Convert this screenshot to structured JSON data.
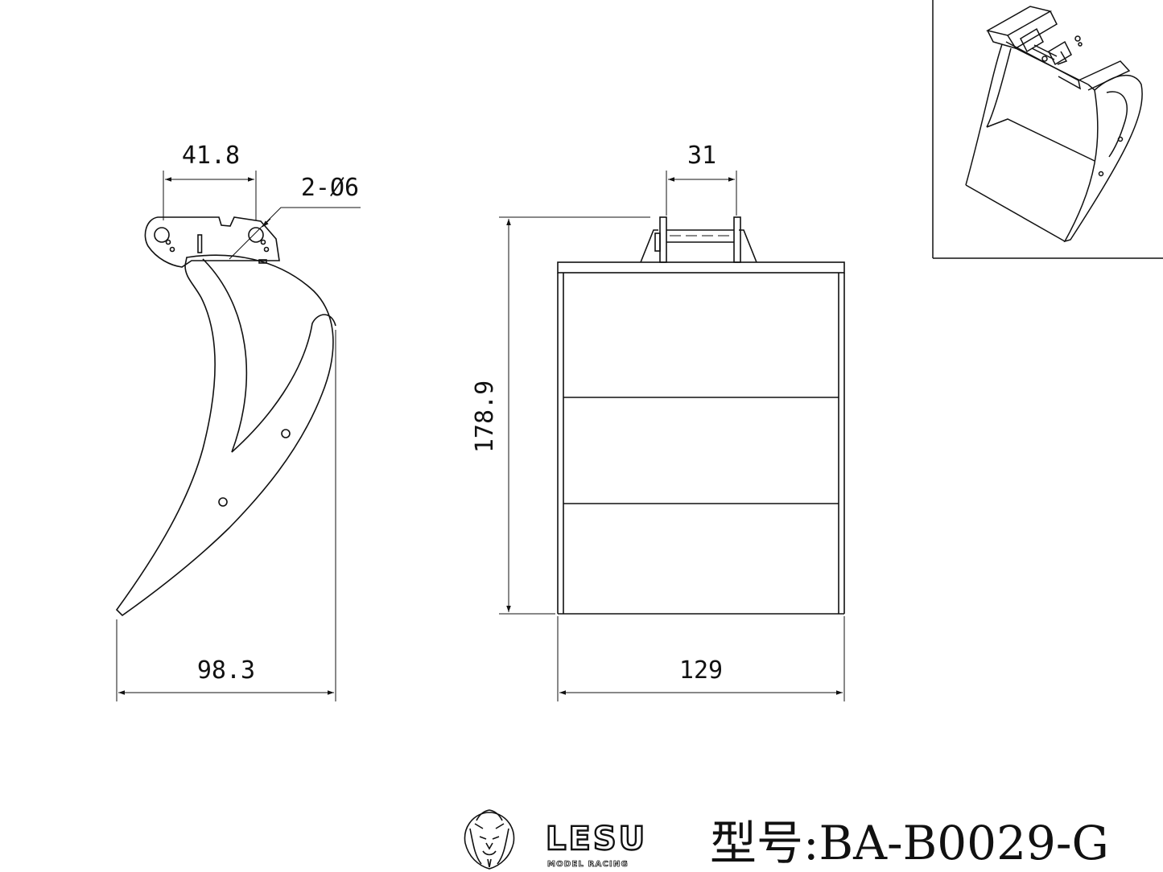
{
  "dimensions": {
    "side_top_width": "41.8",
    "hole_spec": "2-Ø6",
    "side_bottom_width": "98.3",
    "front_pin_width": "31",
    "front_height": "178.9",
    "front_bottom_width": "129"
  },
  "title_block": {
    "brand": "LESU",
    "brand_subtitle": "MODEL RACING",
    "model_label": "型号:BA-B0029-G"
  },
  "colors": {
    "line": "#111111",
    "background": "#ffffff"
  }
}
